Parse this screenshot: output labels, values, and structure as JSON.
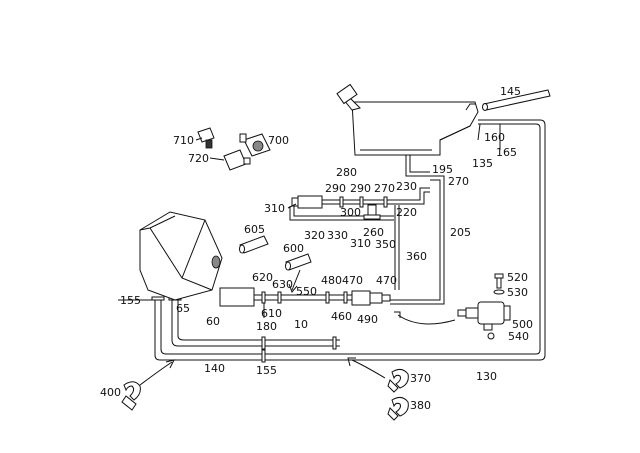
{
  "diagram": {
    "part_labels": [
      "145",
      "160",
      "135",
      "165",
      "195",
      "270",
      "280",
      "290",
      "290",
      "270",
      "230",
      "310",
      "300",
      "220",
      "320",
      "330",
      "310",
      "260",
      "350",
      "205",
      "605",
      "600",
      "360",
      "620",
      "630",
      "550",
      "480",
      "470",
      "470",
      "610",
      "460",
      "490",
      "520",
      "530",
      "500",
      "540",
      "155",
      "65",
      "60",
      "180",
      "10",
      "140",
      "155",
      "130",
      "400",
      "370",
      "380",
      "710",
      "720",
      "700"
    ]
  }
}
